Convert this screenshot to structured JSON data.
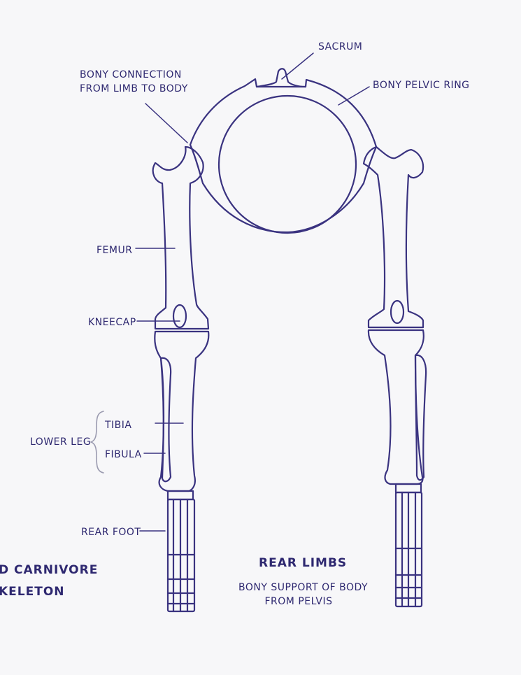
{
  "labels": {
    "sacrum": "SACRUM",
    "bony_connection_line1": "BONY CONNECTION",
    "bony_connection_line2": "FROM LIMB TO BODY",
    "bony_pelvic_ring": "BONY PELVIC RING",
    "femur": "FEMUR",
    "kneecap": "KNEECAP",
    "tibia": "TIBIA",
    "lower_leg": "LOWER LEG",
    "fibula": "FIBULA",
    "rear_foot": "REAR FOOT"
  },
  "titles": {
    "rear_limbs": "REAR LIMBS",
    "subtitle_line1": "BONY SUPPORT OF BODY",
    "subtitle_line2": "FROM PELVIS",
    "cut_title_line1": "D CARNIVORE",
    "cut_title_line2": "KELETON"
  },
  "colors": {
    "ink": "#2e2870",
    "paper": "#f7f7f9"
  }
}
